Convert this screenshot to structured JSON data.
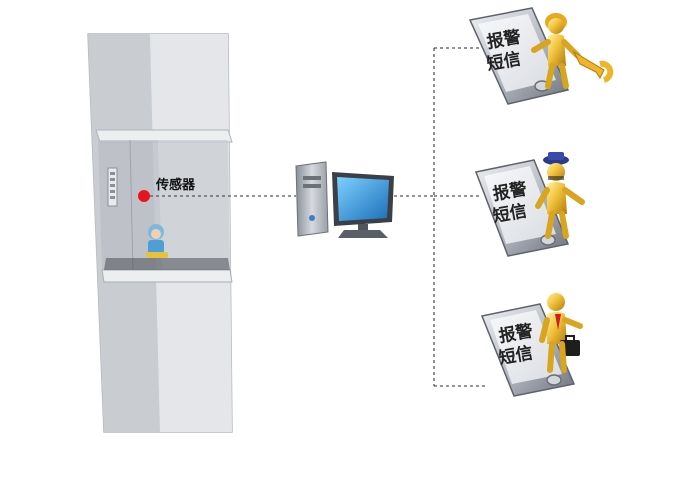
{
  "sensor": {
    "label": "传感器"
  },
  "phones": [
    {
      "line1": "报警",
      "line2": "短信",
      "role": "repair-worker"
    },
    {
      "line1": "报警",
      "line2": "短信",
      "role": "security-guard"
    },
    {
      "line1": "报警",
      "line2": "短信",
      "role": "manager"
    }
  ],
  "colors": {
    "elevator_frame": "#cfd2d6",
    "sensor_dot": "#e8141c",
    "connector": "#555555",
    "figure_gold": "#e2b020",
    "phone_body": "#b9bcc4",
    "screen": "#e9ebee",
    "monitor_blue": "#2a8fd8"
  }
}
